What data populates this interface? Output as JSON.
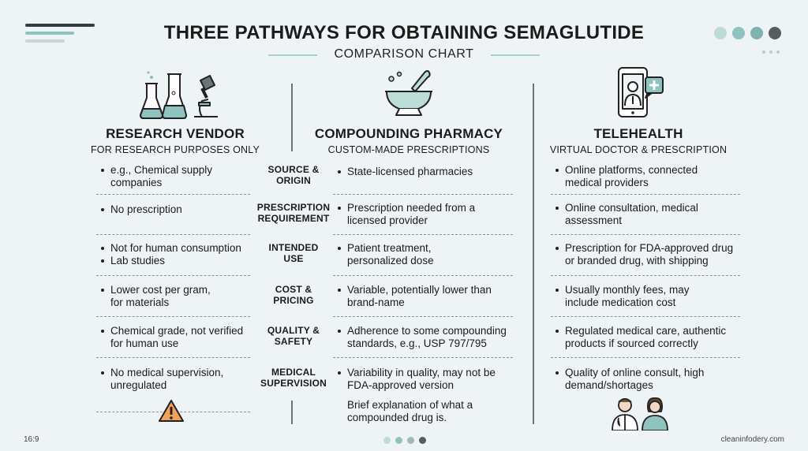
{
  "header": {
    "title": "THREE PATHWAYS FOR OBTAINING SEMAGLUTIDE",
    "subtitle": "COMPARISON CHART"
  },
  "columns": [
    {
      "heading": "RESEARCH VENDOR",
      "subheading": "FOR RESEARCH PURPOSES ONLY",
      "icon": "lab-flasks-microscope-icon"
    },
    {
      "heading": "COMPOUNDING PHARMACY",
      "subheading": "CUSTOM-MADE PRESCRIPTIONS",
      "icon": "mortar-pestle-icon"
    },
    {
      "heading": "TELEHEALTH",
      "subheading": "VIRTUAL DOCTOR & PRESCRIPTION",
      "icon": "phone-doctor-icon"
    }
  ],
  "rows": [
    {
      "label": [
        "SOURCE &",
        "ORIGIN"
      ],
      "research": [
        "e.g., Chemical supply",
        "companies"
      ],
      "pharmacy": [
        "State-licensed pharmacies"
      ],
      "telehealth": [
        "Online platforms, connected",
        "medical providers"
      ]
    },
    {
      "label": [
        "PRESCRIPTION",
        "REQUIREMENT"
      ],
      "research": [
        "No prescription"
      ],
      "pharmacy": [
        "Prescription needed from a",
        "licensed provider"
      ],
      "telehealth": [
        "Online consultation, medical",
        "assessment"
      ]
    },
    {
      "label": [
        "INTENDED",
        "USE"
      ],
      "research": [
        "Not for human consumption"
      ],
      "research_extra": "Lab studies",
      "pharmacy": [
        "Patient treatment,",
        "personalized dose"
      ],
      "telehealth": [
        "Prescription for FDA-approved drug",
        "or branded drug, with shipping"
      ]
    },
    {
      "label": [
        "COST &",
        "PRICING"
      ],
      "research": [
        "Lower cost per gram,",
        "for materials"
      ],
      "pharmacy": [
        "Variable, potentially lower than",
        "brand-name"
      ],
      "telehealth": [
        "Usually monthly fees, may",
        "include medication cost"
      ]
    },
    {
      "label": [
        "QUALITY &",
        "SAFETY"
      ],
      "research": [
        "Chemical grade, not verified",
        "for human use"
      ],
      "pharmacy": [
        "Adherence to some compounding",
        "standards, e.g., USP 797/795"
      ],
      "telehealth": [
        "Regulated medical care, authentic",
        "products if sourced correctly"
      ]
    },
    {
      "label": [
        "MEDICAL",
        "SUPERVISION"
      ],
      "research": [
        "No medical supervision,",
        "unregulated"
      ],
      "pharmacy": [
        "Variability in quality, may not be",
        "FDA-approved version"
      ],
      "telehealth": [
        "Quality of online consult, high",
        "demand/shortages"
      ]
    }
  ],
  "pharmacy_note": [
    "Brief explanation of what a",
    "compounded drug is."
  ],
  "footer": {
    "ratio": "16:9",
    "site": "cleaninfodery.com"
  },
  "colors": {
    "background": "#eef3f6",
    "accent_teal": "#8fc3bf",
    "teal_light": "#bcdcd8",
    "warning_orange": "#f2a15b",
    "divider": "#6b7478"
  }
}
